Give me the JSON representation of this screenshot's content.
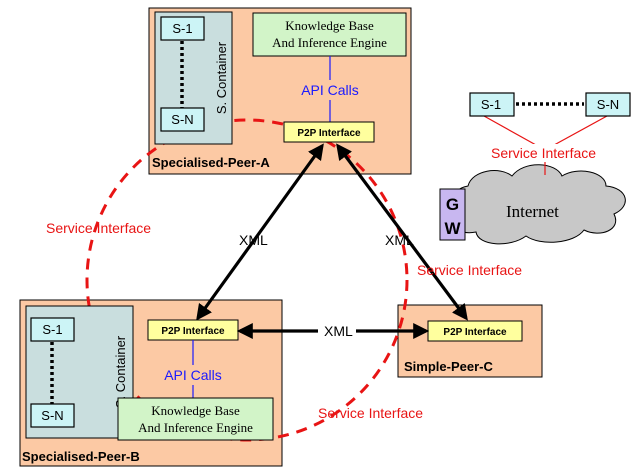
{
  "peer_a": {
    "label": "Specialised-Peer-A",
    "s_first": "S-1",
    "s_last": "S-N",
    "container_label": "S. Container",
    "kb_line1": "Knowledge Base",
    "kb_line2": "And Inference Engine",
    "api_label": "API Calls",
    "p2p_label": "P2P Interface"
  },
  "peer_b": {
    "label": "Specialised-Peer-B",
    "s_first": "S-1",
    "s_last": "S-N",
    "container_label": "S. Container",
    "kb_line1": "Knowledge Base",
    "kb_line2": "And Inference Engine",
    "api_label": "API Calls",
    "p2p_label": "P2P Interface"
  },
  "peer_c": {
    "label": "Simple-Peer-C",
    "p2p_label": "P2P Interface"
  },
  "external": {
    "s_first": "S-1",
    "s_last": "S-N",
    "service_label": "Service Interface",
    "gateway_line1": "G",
    "gateway_line2": "W",
    "internet_label": "Internet"
  },
  "links": {
    "xml_ab": "XML",
    "xml_ac": "XML",
    "xml_bc": "XML"
  },
  "service_labels": {
    "left": "Service Interface",
    "right": "Service Interface",
    "bottom": "Service Interface"
  },
  "colors": {
    "peer_fill": "#fcc9a4",
    "container_fill": "#c9dede",
    "service_box_fill": "#ccf4f6",
    "kb_fill": "#d2f4c8",
    "p2p_fill": "#ffff9e",
    "gateway_fill": "#c8b7f0",
    "internet_fill": "#c8c8c8",
    "service_ring": "#e81414",
    "api_link": "#1a1aff"
  }
}
